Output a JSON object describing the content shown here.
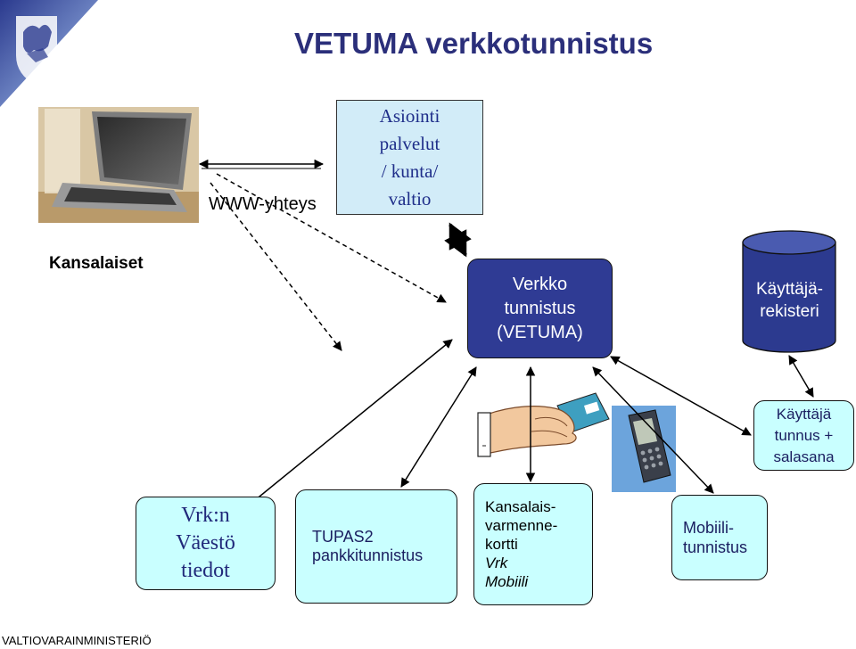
{
  "title": "VETUMA verkkotunnistus",
  "footer": "VALTIOVARAINMINISTERIÖ",
  "citizens_label": "Kansalaiset",
  "connection_label": "WWW-yhteys",
  "service_box": {
    "lines": [
      "Asiointi",
      "palvelut",
      "/ kunta/",
      "valtio"
    ]
  },
  "vetuma_box": {
    "lines": [
      "Verkko",
      "tunnistus",
      "(VETUMA)"
    ]
  },
  "user_registry": {
    "lines": [
      "Käyttäjä-",
      "rekisteri"
    ]
  },
  "credentials_box": {
    "lines": [
      "Käyttäjä",
      "tunnus +",
      "salasana"
    ]
  },
  "vrk_box": {
    "lines": [
      "Vrk:n",
      "Väestö",
      "tiedot"
    ]
  },
  "tupas_box": {
    "lines": [
      "TUPAS2",
      "pankkitunnistus"
    ]
  },
  "card_box": {
    "lines": [
      "Kansalais-",
      "varmenne-",
      "kortti",
      "Vrk",
      "Mobiili"
    ]
  },
  "mobile_box": {
    "lines": [
      "Mobiili-",
      "tunnistus"
    ]
  },
  "colors": {
    "title": "#2b2f7a",
    "vetuma_fill": "#2f3b94",
    "box_fill": "#c9ffff",
    "service_fill": "#d2ecf8",
    "registry_fill": "#2c3a8f"
  },
  "icons": [
    "coat-of-arms-lion-icon",
    "laptop-icon",
    "hand-with-card-icon",
    "mobile-phone-icon"
  ]
}
